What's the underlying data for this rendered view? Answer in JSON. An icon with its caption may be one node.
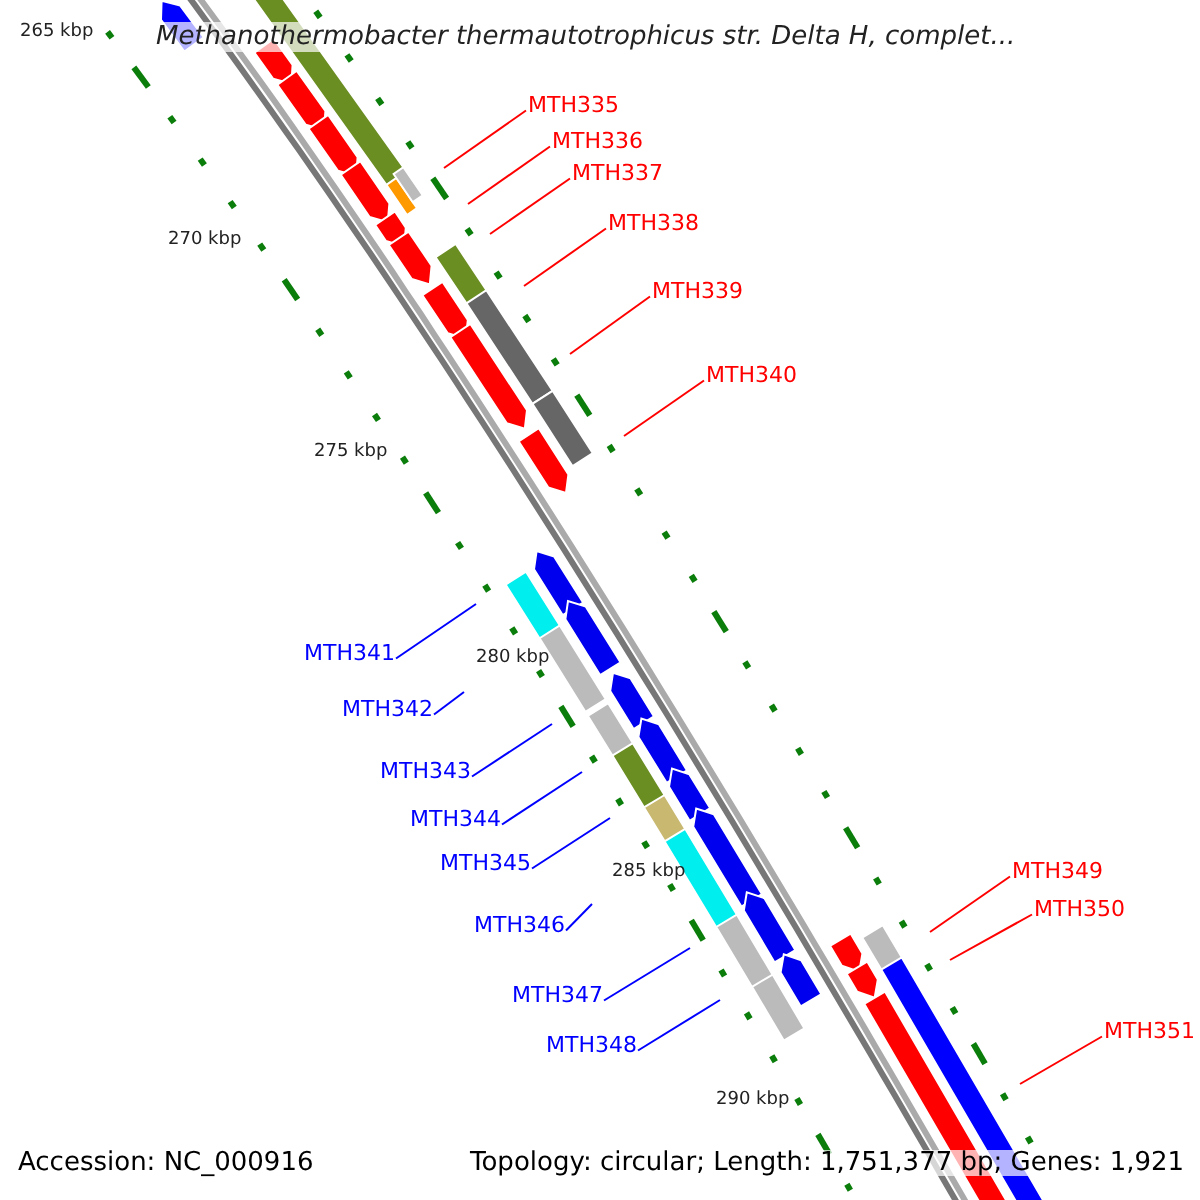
{
  "diagram": {
    "title": "Methanothermobacter thermautotrophicus str. Delta H, complet...",
    "nodes": [
      {
        "text": [
          "MTH335"
        ]
      },
      {
        "text": [
          "MTH336"
        ]
      },
      {
        "text": [
          "MTH337"
        ]
      },
      {
        "text": [
          "MTH338"
        ]
      },
      {
        "text": [
          "MTH339"
        ]
      },
      {
        "text": [
          "MTH340"
        ]
      },
      {
        "text": [
          "MTH341"
        ]
      },
      {
        "text": [
          "MTH342"
        ]
      },
      {
        "text": [
          "MTH343"
        ]
      },
      {
        "text": [
          "MTH344"
        ]
      },
      {
        "text": [
          "MTH345"
        ]
      },
      {
        "text": [
          "MTH346"
        ]
      },
      {
        "text": [
          "MTH347"
        ]
      },
      {
        "text": [
          "MTH348"
        ]
      },
      {
        "text": [
          "MTH349"
        ]
      },
      {
        "text": [
          "MTH350"
        ]
      },
      {
        "text": [
          "MTH351"
        ]
      }
    ],
    "edges": [
      {
        "from": 0,
        "to": null,
        "arrow": "none"
      },
      {
        "from": 1,
        "to": null,
        "arrow": "none"
      },
      {
        "from": 2,
        "to": null,
        "arrow": "none"
      },
      {
        "from": 3,
        "to": null,
        "arrow": "none"
      },
      {
        "from": 4,
        "to": null,
        "arrow": "none"
      },
      {
        "from": 5,
        "to": null,
        "arrow": "none"
      },
      {
        "from": 6,
        "to": null,
        "arrow": "none",
        "color": "#0000ff"
      },
      {
        "from": 7,
        "to": null,
        "arrow": "none",
        "color": "#0000ff"
      },
      {
        "from": 8,
        "to": null,
        "arrow": "none",
        "color": "#0000ff"
      },
      {
        "from": 9,
        "to": null,
        "arrow": "none",
        "color": "#0000ff"
      },
      {
        "from": 10,
        "to": null,
        "arrow": "none",
        "color": "#0000ff"
      },
      {
        "from": 11,
        "to": null,
        "arrow": "none",
        "color": "#0000ff"
      },
      {
        "from": 12,
        "to": null,
        "arrow": "none",
        "color": "#0000ff"
      },
      {
        "from": 13,
        "to": null,
        "arrow": "none",
        "color": "#0000ff"
      },
      {
        "from": 14,
        "to": null,
        "arrow": "none"
      },
      {
        "from": 15,
        "to": null,
        "arrow": "none"
      },
      {
        "from": 16,
        "to": null,
        "arrow": "none"
      }
    ],
    "labels": [
      "265 kbp",
      "270 kbp",
      "275 kbp",
      "280 kbp",
      "285 kbp",
      "290 kbp",
      "Accession: NC_000916",
      "Topology: circular; Length: 1,751,377 bp; Genes: 1,921"
    ]
  }
}
